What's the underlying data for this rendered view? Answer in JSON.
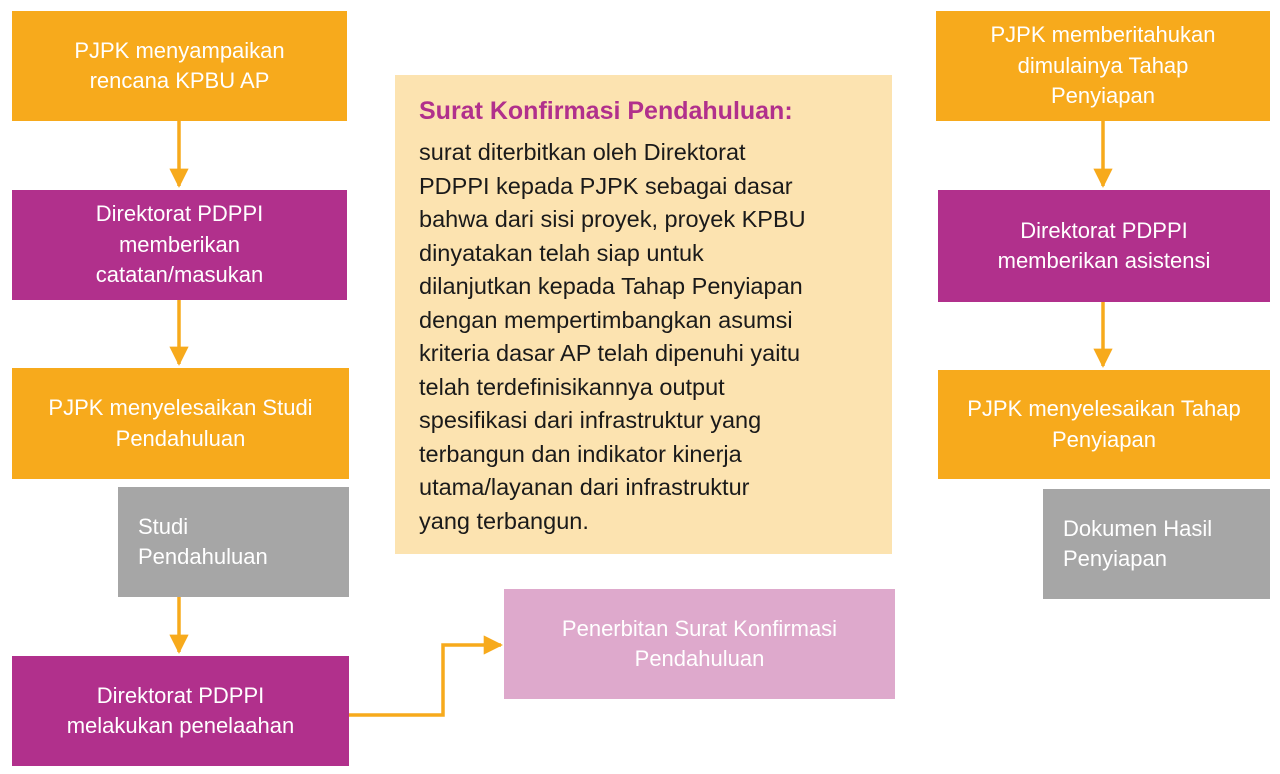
{
  "colors": {
    "orange": "#f7aa1c",
    "magenta": "#b1308c",
    "gray": "#a6a6a6",
    "pink": "#dea9cc",
    "info_background": "#fce3b0",
    "arrow": "#f7aa1c"
  },
  "left_column": {
    "step1": "PJPK menyampaikan\nrencana KPBU AP",
    "step2": "Direktorat PDPPI\nmemberikan\ncatatan/masukan",
    "step3": "PJPK menyelesaikan Studi\nPendahuluan",
    "document1": "Studi\nPendahuluan",
    "step4": "Direktorat PDPPI\nmelakukan penelaahan"
  },
  "output_box": "Penerbitan Surat Konfirmasi\nPendahuluan",
  "info_box": {
    "title": "Surat Konfirmasi Pendahuluan:",
    "body": "surat diterbitkan oleh Direktorat\nPDPPI kepada PJPK sebagai dasar\nbahwa dari sisi proyek, proyek KPBU\ndinyatakan telah siap untuk\ndilanjutkan kepada Tahap Penyiapan\ndengan mempertimbangkan asumsi\nkriteria dasar AP telah dipenuhi yaitu\ntelah terdefinisikannya output\nspesifikasi dari infrastruktur yang\nterbangun dan indikator kinerja\nutama/layanan dari infrastruktur\nyang terbangun."
  },
  "right_column": {
    "step1": "PJPK memberitahukan\ndimulainya Tahap\nPenyiapan",
    "step2": "Direktorat PDPPI\nmemberikan asistensi",
    "step3": "PJPK menyelesaikan Tahap\nPenyiapan",
    "document2": "Dokumen Hasil\nPenyiapan"
  }
}
